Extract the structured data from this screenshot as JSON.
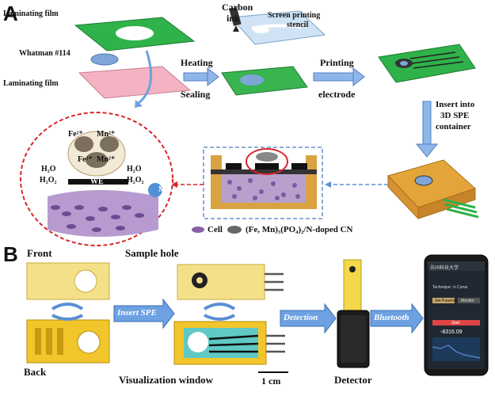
{
  "panelA": {
    "label": "A",
    "laminating_top": "Laminating film",
    "whatman": "Whatman #114",
    "laminating_bottom": "Laminating film",
    "heating": "Heating",
    "sealing": "Sealing",
    "carbon": "Carbon",
    "ink": "ink",
    "stencil_line1": "Screen printing",
    "stencil_line2": "stencil",
    "printing": "Printing",
    "electrode": "electrode",
    "insert_line1": "Insert into",
    "insert_line2": "3D SPE",
    "insert_line3": "container",
    "fe2_top": "Fe²⁺",
    "mn2_top": "Mn²⁺",
    "fe2_mid": "Fe²⁺",
    "mn2_mid": "Mn²⁺",
    "h2o": "H₂O",
    "h2o2": "H₂O₂",
    "we": "WE",
    "ma": "MA",
    "legend_cell": "Cell",
    "legend_cn": "(Fe, Mn)₃(PO₄)₂/N-doped CN"
  },
  "panelB": {
    "label": "B",
    "front": "Front",
    "back": "Back",
    "sample_hole": "Sample hole",
    "visualization": "Visualization window",
    "scale": "1 cm",
    "detector": "Detector",
    "arrow_insert": "Insert SPE",
    "arrow_detection": "Detection",
    "arrow_bluetooth": "Bluetooth"
  },
  "phone": {
    "title": "苏州科技大学",
    "row1": "Technique: i-t Curve",
    "btn1": "Set Params",
    "btn2": "Monitor",
    "btn3": "Start",
    "reading": "-8316.09"
  },
  "colors": {
    "green": "#2fb24a",
    "pink": "#f4b3c2",
    "blue_arrow": "#5b8fd6",
    "yellow": "#f2d84a",
    "orange": "#e3a53a",
    "cell": "#8a5fa8",
    "red_dash": "#d8262b"
  }
}
